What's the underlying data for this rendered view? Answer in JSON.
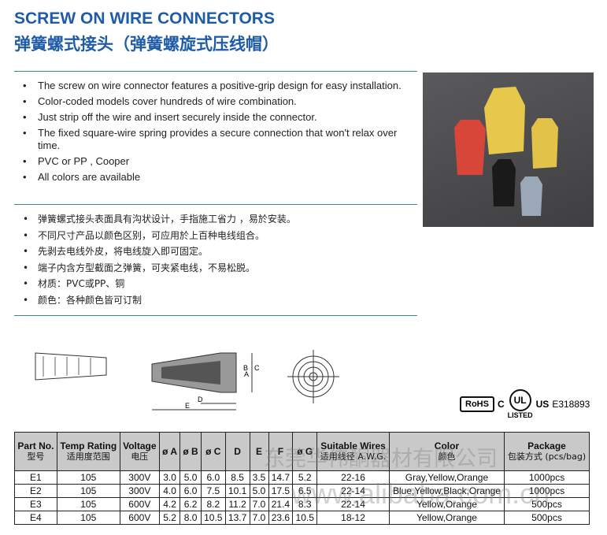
{
  "title_en": "SCREW ON WIRE CONNECTORS",
  "title_cn": "弹簧螺式接头（弹簧螺旋式压线帽）",
  "bullets_en": [
    "The screw on wire connector features a positive-grip design for easy installation.",
    "Color-coded models cover hundreds of wire combination.",
    "Just strip off the wire and insert securely inside the connector.",
    "The fixed square-wire spring provides a secure connection that won't relax over time.",
    "PVC or PP , Cooper",
    "All colors are available"
  ],
  "bullets_cn": [
    "弹簧螺式接头表面具有沟状设计，手指施工省力 ，易於安装。",
    "不同尺寸产品以颜色区别，可应用於上百种电线组合。",
    "先剥去电线外皮，将电线旋入即可固定。",
    "端子内含方型截面之弹簧，可夹紧电线，不易松脱。",
    "材质：PVC或PP、铜",
    "颜色：各种颜色皆可订制"
  ],
  "diagram_labels": {
    "a": "A",
    "b": "B",
    "c": "C",
    "d": "D",
    "e": "E"
  },
  "cert": {
    "rohs": "RoHS",
    "ul_c": "C",
    "ul_us": "US",
    "ul": "UL",
    "listed": "LISTED",
    "file": "E318893"
  },
  "table": {
    "headers": [
      {
        "en": "Part No.",
        "cn": "型号"
      },
      {
        "en": "Temp Rating",
        "cn": "适用度范围"
      },
      {
        "en": "Voltage",
        "cn": "电压"
      },
      {
        "en": "ø A",
        "cn": ""
      },
      {
        "en": "ø B",
        "cn": ""
      },
      {
        "en": "ø C",
        "cn": ""
      },
      {
        "en": "D",
        "cn": ""
      },
      {
        "en": "E",
        "cn": ""
      },
      {
        "en": "F",
        "cn": ""
      },
      {
        "en": "ø G",
        "cn": ""
      },
      {
        "en": "Suitable Wires",
        "cn": "适用线径 A.W.G."
      },
      {
        "en": "Color",
        "cn": "颜色"
      },
      {
        "en": "Package",
        "cn": "包装方式 (pcs/bag)"
      }
    ],
    "rows": [
      [
        "E1",
        "105",
        "300V",
        "3.0",
        "5.0",
        "6.0",
        "8.5",
        "3.5",
        "14.7",
        "5.2",
        "22-16",
        "Gray,Yellow,Orange",
        "1000pcs"
      ],
      [
        "E2",
        "105",
        "300V",
        "4.0",
        "6.0",
        "7.5",
        "10.1",
        "5.0",
        "17.5",
        "6.5",
        "22-14",
        "Blue,Yellow,Black,Orange",
        "1000pcs"
      ],
      [
        "E3",
        "105",
        "600V",
        "4.2",
        "6.2",
        "8.2",
        "11.2",
        "7.0",
        "21.4",
        "8.3",
        "22-14",
        "Yellow,Orange",
        "500pcs"
      ],
      [
        "E4",
        "105",
        "600V",
        "5.2",
        "8.0",
        "10.5",
        "13.7",
        "7.0",
        "23.6",
        "10.5",
        "18-12",
        "Yellow,Orange",
        "500pcs"
      ]
    ]
  },
  "watermark": {
    "line1": "东莞华伟酮器材有限公司",
    "line2": "www.alibaba.com.cn"
  }
}
